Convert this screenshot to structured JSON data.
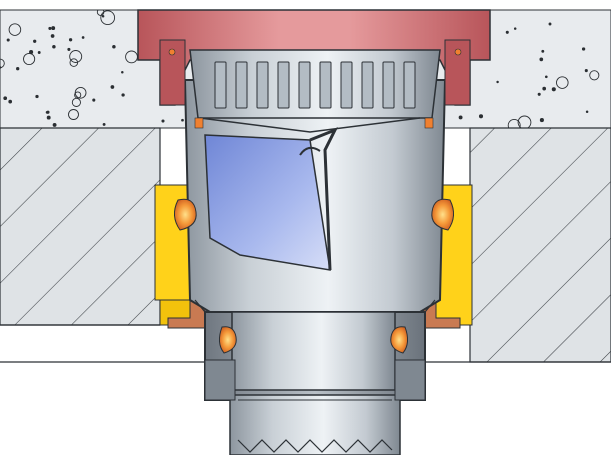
{
  "diagram": {
    "colors": {
      "background": "#ffffff",
      "screed": "#e8ebee",
      "pebble": "#2b2f33",
      "concrete": "#dfe3e6",
      "hatch": "#3a3f44",
      "outline": "#2c3136",
      "frame_red": "#c9666a",
      "frame_red_light": "#e59a9c",
      "seal_orange": "#f08030",
      "seal_yellow": "#ffd21a",
      "collar_copper": "#c97a52",
      "steel_dark": "#8d969f",
      "steel_light": "#eef2f5",
      "flap_blue": "#8ea3e0"
    },
    "parts": [
      {
        "id": "top-screed",
        "label": ""
      },
      {
        "id": "concrete-slab",
        "label": ""
      },
      {
        "id": "grating-frame",
        "label": ""
      },
      {
        "id": "grating",
        "label": ""
      },
      {
        "id": "odour-trap-flap",
        "label": ""
      },
      {
        "id": "drain-body",
        "label": ""
      },
      {
        "id": "sealing-membrane",
        "label": ""
      },
      {
        "id": "outlet-pipe",
        "label": ""
      }
    ]
  }
}
